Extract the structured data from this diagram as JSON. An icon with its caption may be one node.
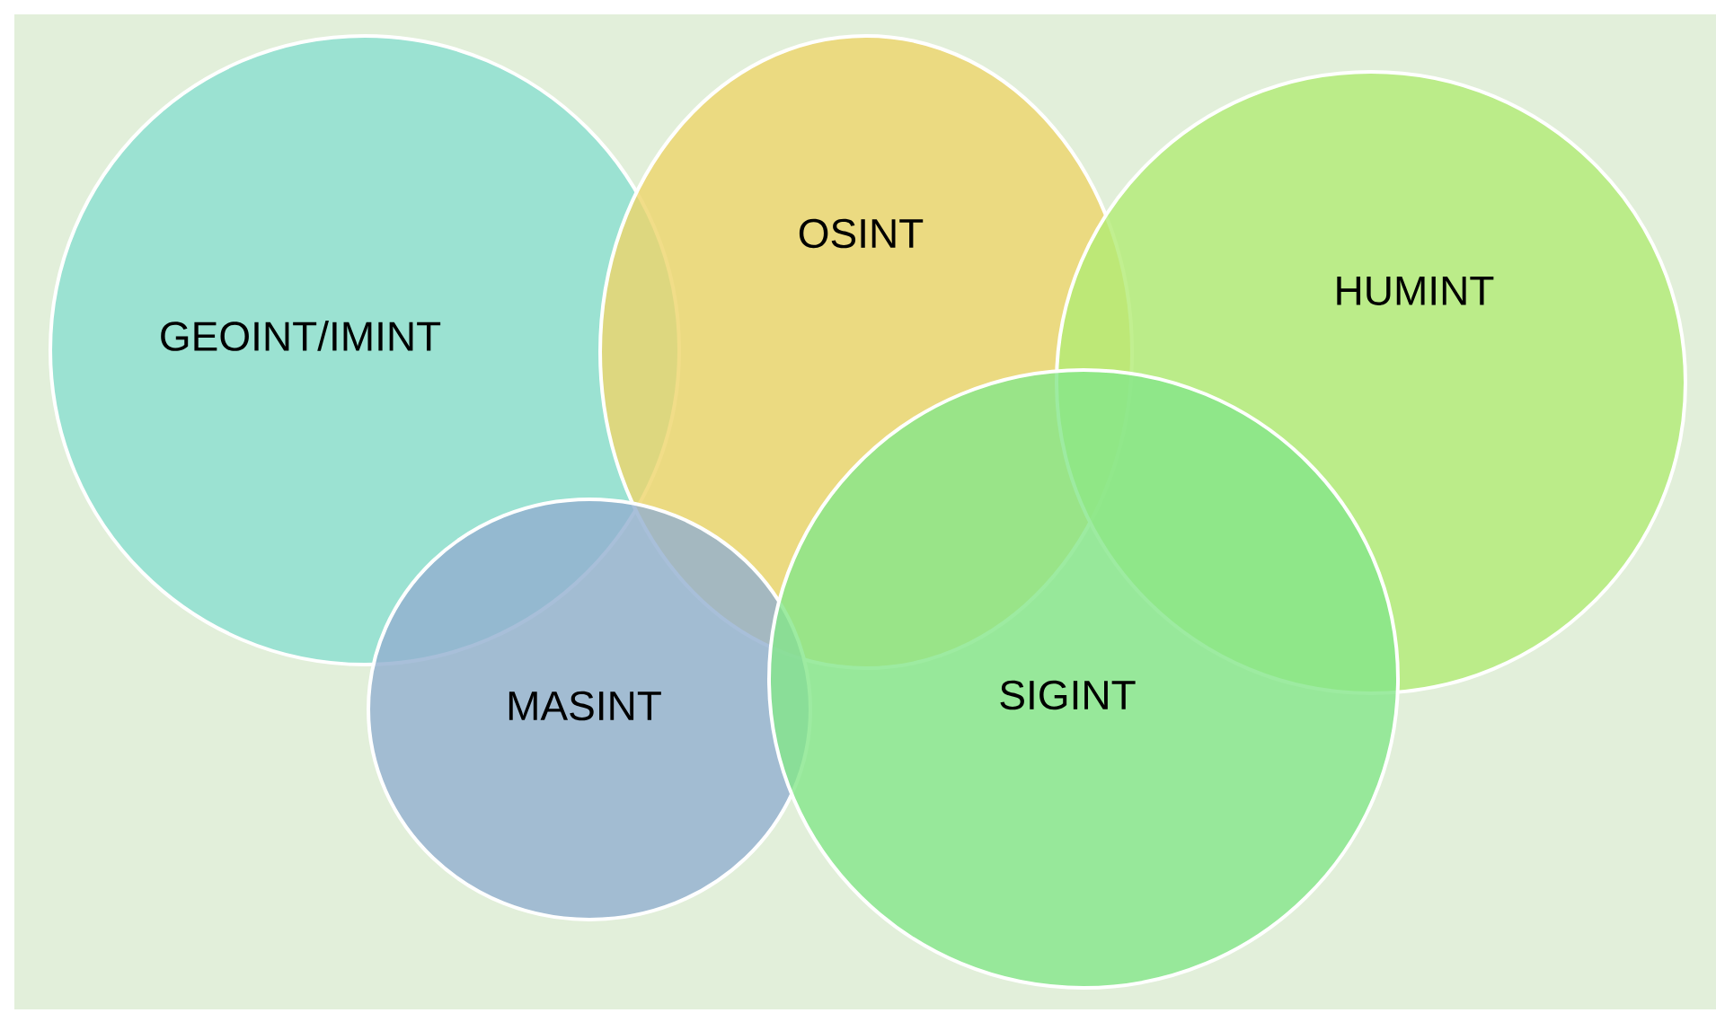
{
  "diagram": {
    "nodes": [
      {
        "text": [
          "GEOINT/IMINT"
        ]
      },
      {
        "text": [
          "OSINT"
        ]
      },
      {
        "text": [
          "HUMINT"
        ]
      },
      {
        "text": [
          "MASINT"
        ]
      },
      {
        "text": [
          "SIGINT"
        ]
      }
    ]
  }
}
